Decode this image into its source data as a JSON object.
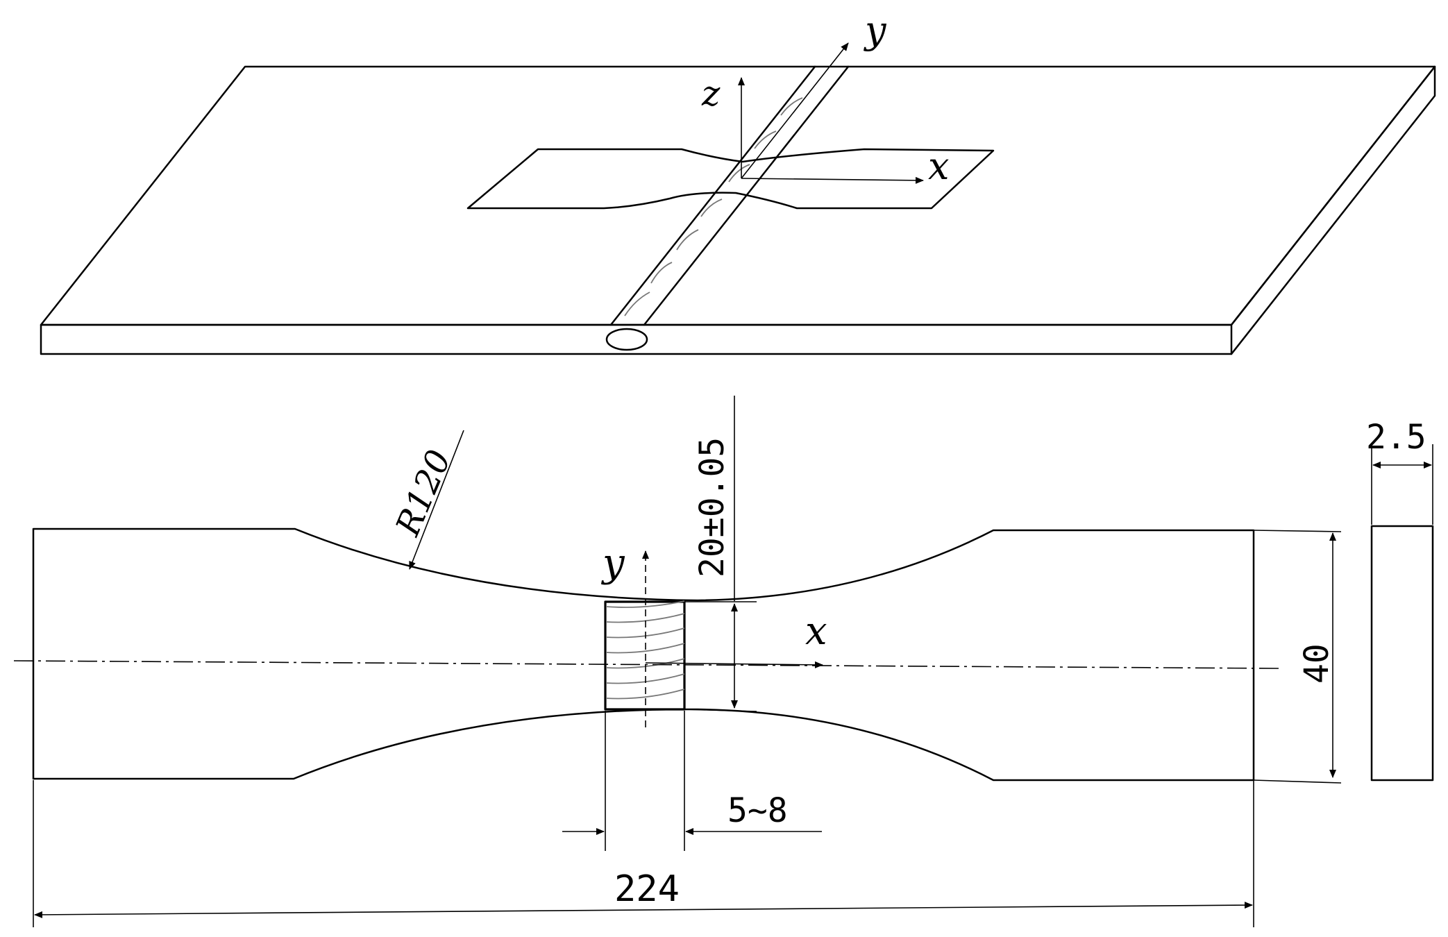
{
  "isometric_view": {
    "axis_labels": {
      "x": "x",
      "y": "y",
      "z": "z"
    }
  },
  "plan_view": {
    "axis_labels": {
      "x": "x",
      "y": "y"
    },
    "dimensions": {
      "radius": "R120",
      "gauge_width": "20±0.05",
      "overall_width": "40",
      "weld_width": "5~8",
      "overall_length": "224"
    }
  },
  "side_view": {
    "dimensions": {
      "thickness": "2.5"
    }
  }
}
